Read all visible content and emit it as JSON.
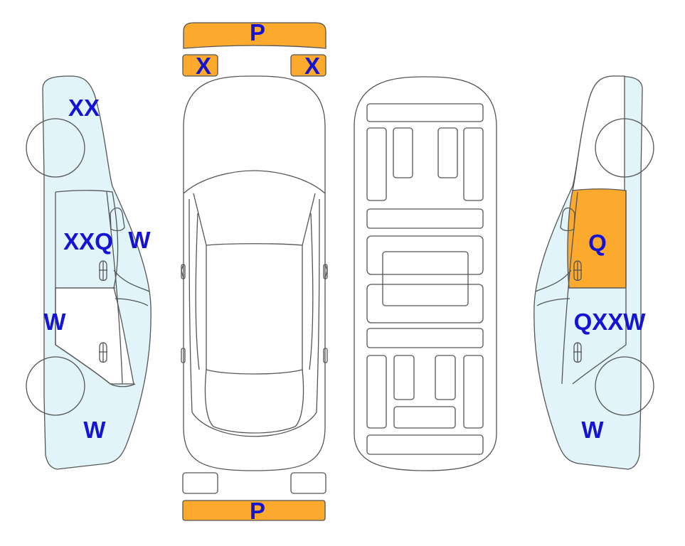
{
  "colors": {
    "damage_orange": "#fbaa2e",
    "light_blue": "#e0f4fa",
    "label_blue": "#1414d2",
    "outline": "#555555"
  },
  "labels": {
    "front_bumper": "P",
    "rear_bumper": "P",
    "left_front_light": "X",
    "right_front_light": "X",
    "left_front_fender": "XX",
    "left_front_door": "XXQ",
    "left_front_window": "W",
    "left_rear_door": "W",
    "left_rear_quarter": "W",
    "right_front_door": "Q",
    "right_rear_door": "QXXW",
    "right_rear_quarter": "W"
  }
}
